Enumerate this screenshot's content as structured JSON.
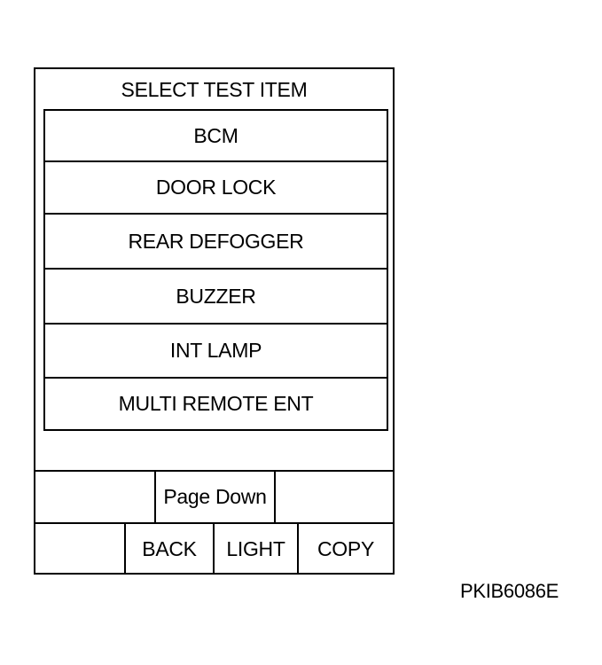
{
  "screen": {
    "title": "SELECT TEST ITEM",
    "items": [
      {
        "label": "BCM"
      },
      {
        "label": "DOOR LOCK"
      },
      {
        "label": "REAR DEFOGGER"
      },
      {
        "label": "BUZZER"
      },
      {
        "label": "INT LAMP"
      },
      {
        "label": "MULTI REMOTE ENT"
      }
    ]
  },
  "nav": {
    "page_down_label": "Page Down"
  },
  "toolbar": {
    "back_label": "BACK",
    "light_label": "LIGHT",
    "copy_label": "COPY"
  },
  "figure_code": "PKIB6086E"
}
